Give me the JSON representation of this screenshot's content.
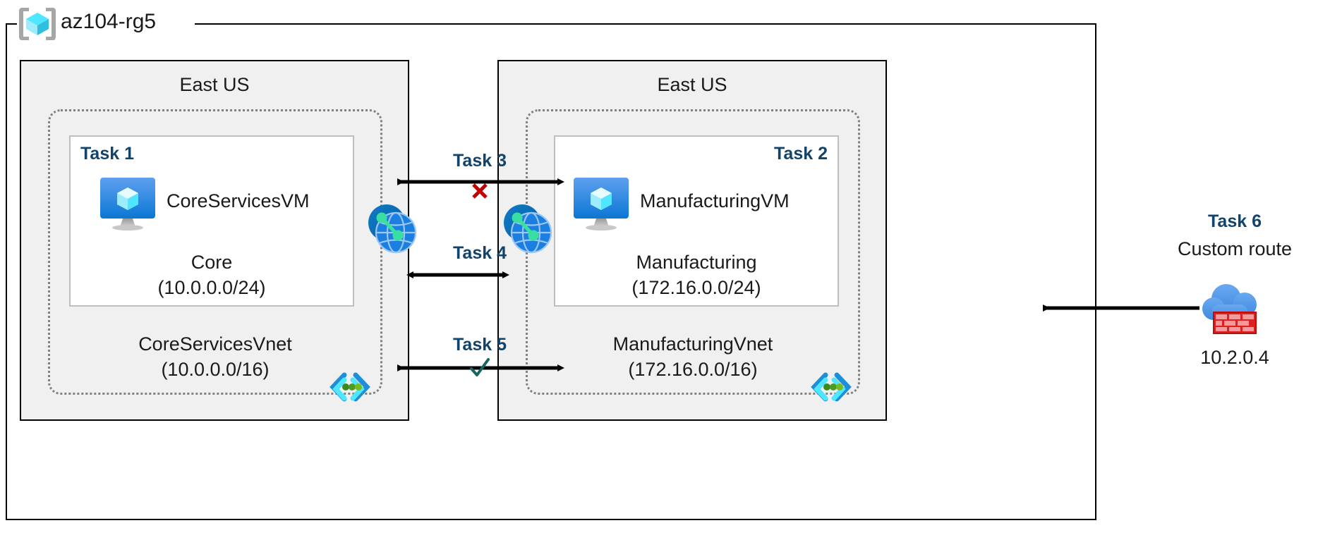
{
  "resource_group": {
    "name": "az104-rg5",
    "icon": "azure-resource-group-icon"
  },
  "regions": [
    {
      "id": "left",
      "title": "East US"
    },
    {
      "id": "right",
      "title": "East US"
    }
  ],
  "vnets": [
    {
      "id": "core",
      "name": "CoreServicesVnet",
      "cidr": "(10.0.0.0/16)",
      "label": "CoreServicesVnet\n(10.0.0.0/16)",
      "subnet_icon": "subnet-endpoint-icon"
    },
    {
      "id": "manufacturing",
      "name": "ManufacturingVnet",
      "cidr": "(172.16.0.0/16)",
      "label": "ManufacturingVnet\n(172.16.0.0/16)",
      "subnet_icon": "subnet-endpoint-icon"
    }
  ],
  "subnets": [
    {
      "id": "core-subnet",
      "task": "Task 1",
      "vm_name": "CoreServicesVM",
      "vm_icon": "virtual-machine-icon",
      "subnet_name": "Core",
      "subnet_cidr": "(10.0.0.0/24)",
      "label": "Core\n(10.0.0.0/24)"
    },
    {
      "id": "manufacturing-subnet",
      "task": "Task 2",
      "vm_name": "ManufacturingVM",
      "vm_icon": "virtual-machine-icon",
      "subnet_name": "Manufacturing",
      "subnet_cidr": "(172.16.0.0/24)",
      "label": "Manufacturing\n(172.16.0.0/24)"
    }
  ],
  "center_tasks": [
    {
      "id": "task3",
      "label": "Task 3",
      "marker": "✘",
      "marker_type": "cross",
      "marker_color": "#c00000",
      "direction": "both-outward"
    },
    {
      "id": "task4",
      "label": "Task 4",
      "marker": "",
      "marker_type": "none",
      "marker_color": "",
      "direction": "bidirectional"
    },
    {
      "id": "task5",
      "label": "Task 5",
      "marker": "✓",
      "marker_type": "checkmark",
      "marker_color": "#16675e",
      "direction": "both-outward"
    }
  ],
  "peering": {
    "left_icon": "vnet-peering-icon",
    "right_icon": "vnet-peering-icon"
  },
  "task6": {
    "label": "Task 6",
    "subtitle": "Custom route",
    "ip": "10.2.0.4",
    "icon": "firewall-cloud-icon"
  },
  "colors": {
    "task_text": "#12436b",
    "region_fill": "#f0f0f0",
    "vnet_border": "#808080",
    "subnet_border": "#bfbfbf",
    "cross_red": "#c00000",
    "check_green": "#16675e",
    "azure_blue": "#0078d4",
    "cube_cyan": "#50e6ff",
    "firewall_red": "#e02020"
  }
}
